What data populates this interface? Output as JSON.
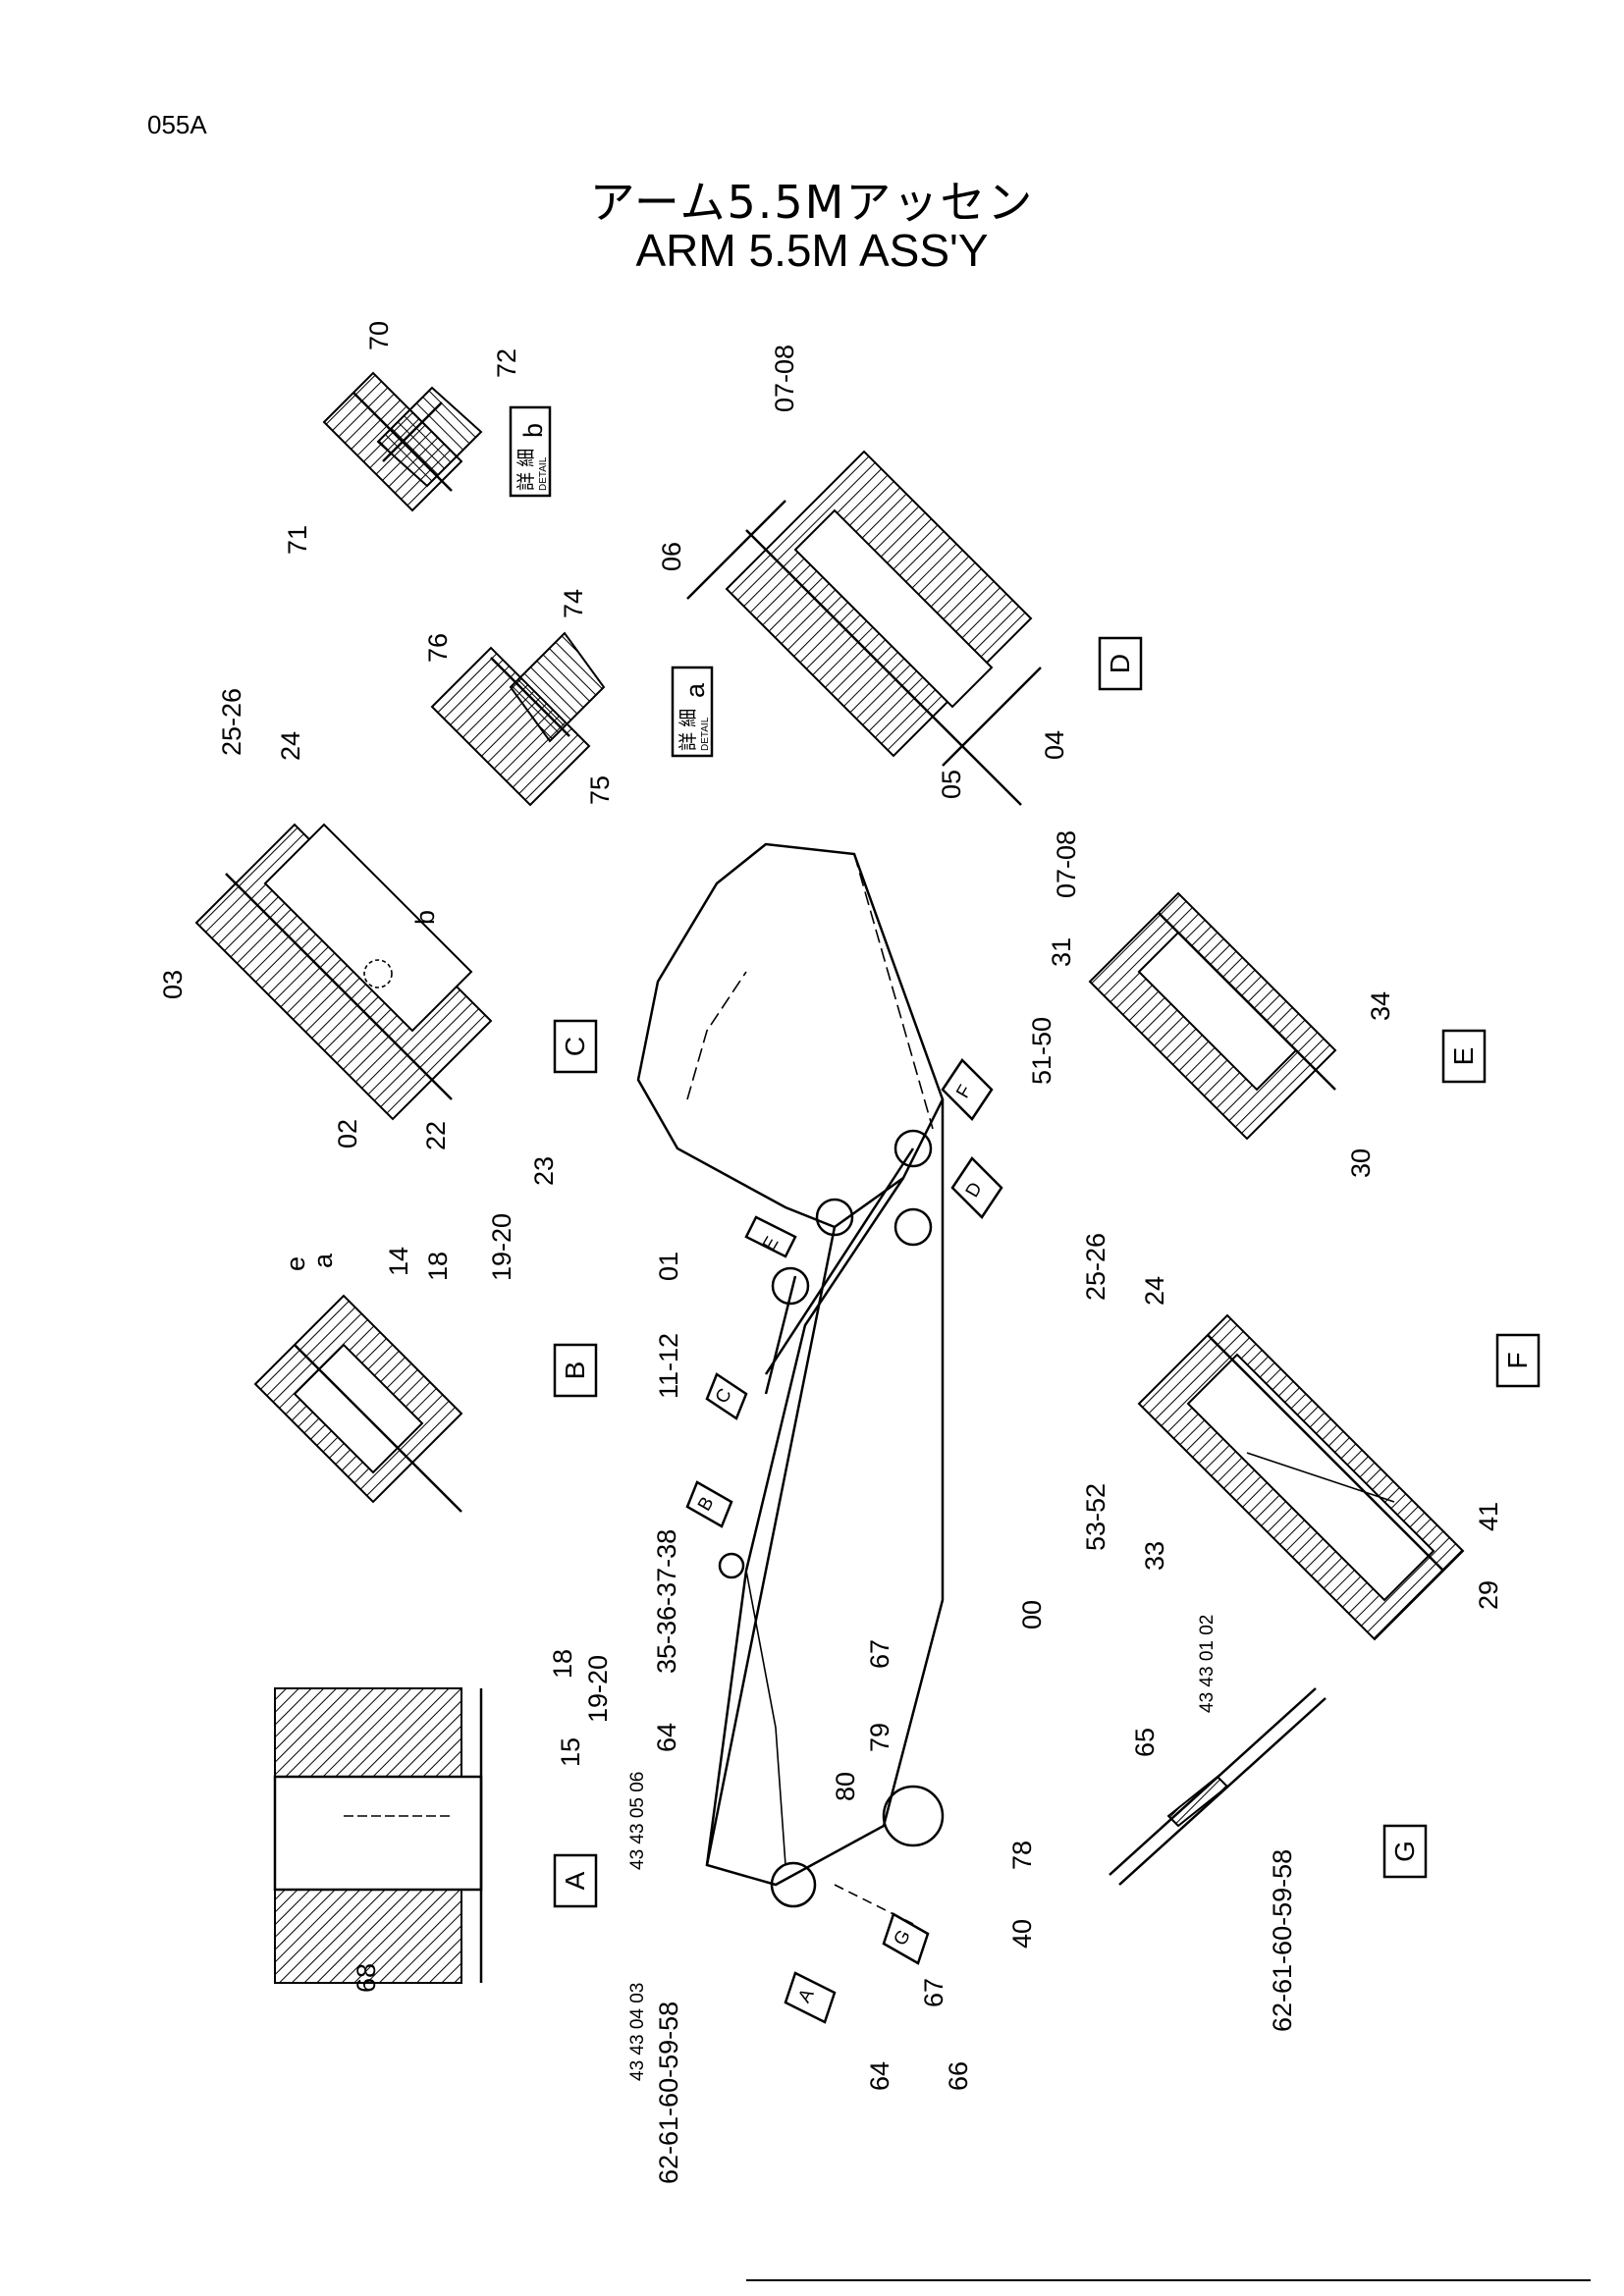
{
  "page_code": "055A",
  "title": {
    "japanese": "アーム5.5Mアッセン",
    "english": "ARM 5.5M ASS'Y"
  },
  "detail_boxes": [
    "A",
    "B",
    "C",
    "D",
    "E",
    "F",
    "G"
  ],
  "detail_tags": [
    {
      "kanji": "詳 細",
      "latin": "DETAIL",
      "letter": "b"
    },
    {
      "kanji": "詳 細",
      "latin": "DETAIL",
      "letter": "a"
    }
  ],
  "view_arrows": [
    "A",
    "B",
    "C",
    "D",
    "E",
    "F",
    "G"
  ],
  "detail_callouts": [
    "a",
    "b"
  ],
  "part_labels": {
    "p70": "70",
    "p72": "72",
    "p71": "71",
    "p76": "76",
    "p74": "74",
    "p75": "75",
    "p0708_d": "07-08",
    "p06": "06",
    "p05": "05",
    "p04": "04",
    "p2526_c": "25-26",
    "p24_c": "24",
    "p03": "03",
    "p02": "02",
    "p22": "22",
    "p23": "23",
    "p0708_e": "07-08",
    "p31": "31",
    "p5150": "51-50",
    "p34": "34",
    "p30": "30",
    "p_e": "e",
    "p14": "14",
    "p18_b": "18",
    "p1920_b": "19-20",
    "p01": "01",
    "p1112": "11-12",
    "p35": "35-36-37-38",
    "p67_top": "67",
    "p64_top": "64",
    "p79": "79",
    "p00": "00",
    "p4343_0506": "43 43\n05 06",
    "p80": "80",
    "p78": "78",
    "p40": "40",
    "p62_main": "62-61-60-59-58",
    "p4343_0403": "43 43\n04 03",
    "p64_bot": "64",
    "p66": "66",
    "p67_bot": "67",
    "p2526_f": "25-26",
    "p24_f": "24",
    "p5352": "53-52",
    "p33": "33",
    "p41": "41",
    "p29": "29",
    "p18_a": "18",
    "p1920_a": "19-20",
    "p15": "15",
    "p68": "68",
    "p65": "65",
    "p4343_0102": "43 43\n01 02",
    "p62_g": "62-61-60-59-58"
  }
}
